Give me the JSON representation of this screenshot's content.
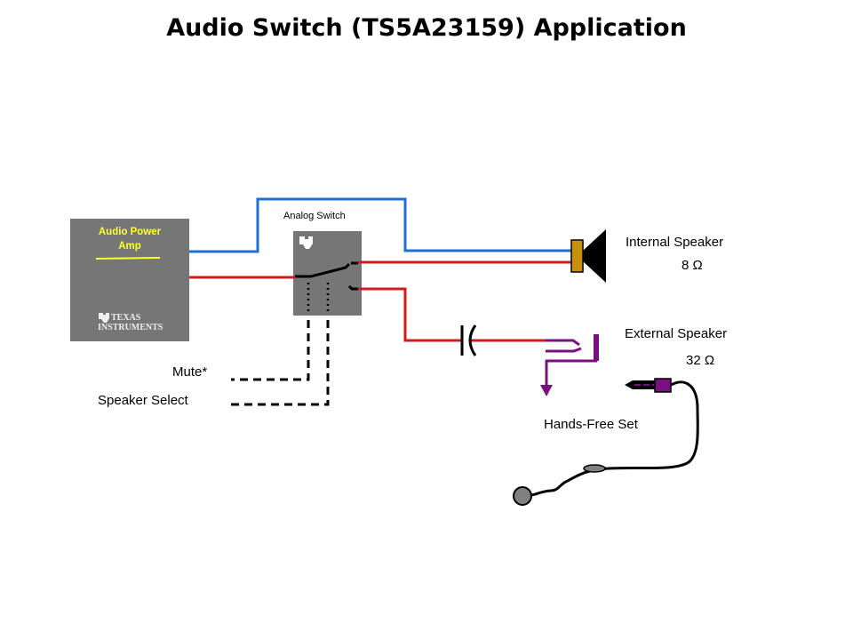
{
  "title": "Audio Switch (TS5A23159) Application",
  "amplifier": {
    "label_line1": "Audio Power",
    "label_line2": "Amp",
    "logo_text_1": "Texas",
    "logo_text_2": "Instruments"
  },
  "switch": {
    "label": "Analog Switch"
  },
  "internal_speaker": {
    "label": "Internal Speaker",
    "impedance": "8 Ω"
  },
  "external_speaker": {
    "label": "External Speaker",
    "impedance": "32 Ω"
  },
  "control_signals": {
    "mute": "Mute*",
    "speaker_select": "Speaker Select"
  },
  "headset": {
    "label": "Hands-Free Set"
  },
  "colors": {
    "left_channel": "#1f6fd1",
    "right_channel": "#d01c1c",
    "jack": "#7a1080",
    "box": "#767676",
    "amp_text": "#ffff33",
    "speaker_magnet": "#c8900c"
  }
}
